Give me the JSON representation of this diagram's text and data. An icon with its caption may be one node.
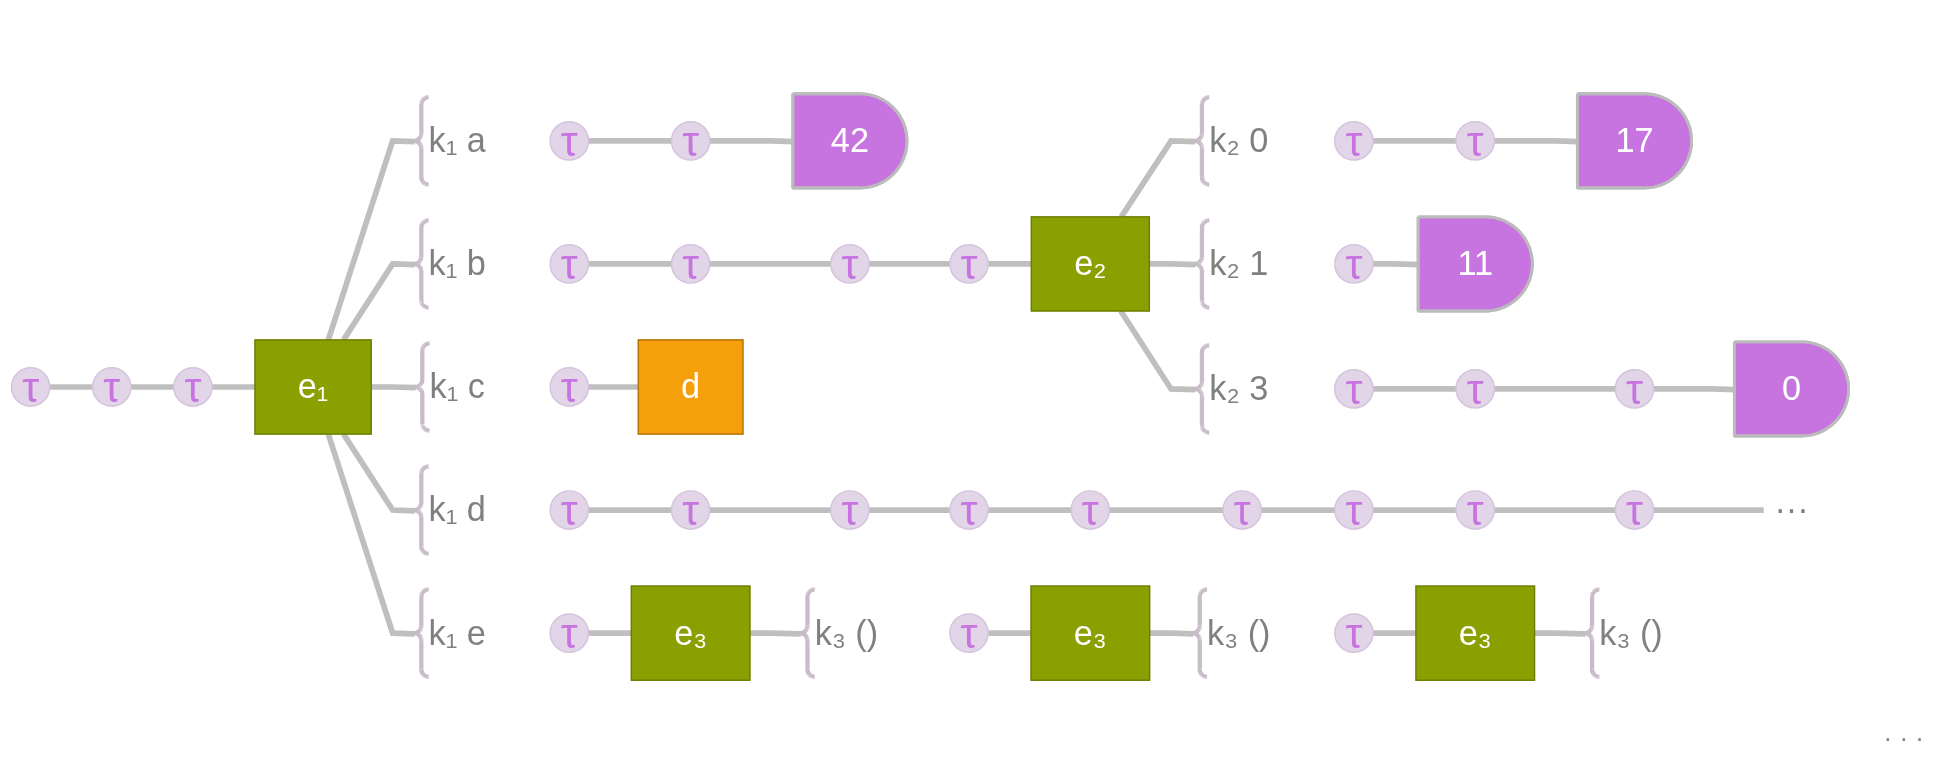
{
  "diagram": {
    "nodes": [
      {
        "text": [
          "τ"
        ]
      },
      {
        "text": [
          "τ"
        ]
      },
      {
        "text": [
          "τ"
        ]
      },
      {
        "text": [
          "e₁"
        ]
      },
      {
        "text": [
          "k₁ a"
        ]
      },
      {
        "text": [
          "τ"
        ]
      },
      {
        "text": [
          "τ"
        ]
      },
      {
        "text": [
          "42"
        ]
      },
      {
        "text": [
          "k₁ b"
        ]
      },
      {
        "text": [
          "τ"
        ]
      },
      {
        "text": [
          "τ"
        ]
      },
      {
        "text": [
          "τ"
        ]
      },
      {
        "text": [
          "τ"
        ]
      },
      {
        "text": [
          "e₂"
        ]
      },
      {
        "text": [
          "k₂ 0"
        ]
      },
      {
        "text": [
          "τ"
        ]
      },
      {
        "text": [
          "τ"
        ]
      },
      {
        "text": [
          "17"
        ]
      },
      {
        "text": [
          "k₂ 1"
        ]
      },
      {
        "text": [
          "τ"
        ]
      },
      {
        "text": [
          "11"
        ]
      },
      {
        "text": [
          "k₂ 3"
        ]
      },
      {
        "text": [
          "τ"
        ]
      },
      {
        "text": [
          "τ"
        ]
      },
      {
        "text": [
          "τ"
        ]
      },
      {
        "text": [
          "0"
        ]
      },
      {
        "text": [
          "k₁ c"
        ]
      },
      {
        "text": [
          "τ"
        ]
      },
      {
        "text": [
          "d"
        ]
      },
      {
        "text": [
          "k₁ d"
        ]
      },
      {
        "text": [
          "τ"
        ]
      },
      {
        "text": [
          "τ"
        ]
      },
      {
        "text": [
          "τ"
        ]
      },
      {
        "text": [
          "τ"
        ]
      },
      {
        "text": [
          "τ"
        ]
      },
      {
        "text": [
          "τ"
        ]
      },
      {
        "text": [
          "τ"
        ]
      },
      {
        "text": [
          "τ"
        ]
      },
      {
        "text": [
          "τ"
        ]
      },
      {
        "text": [
          "···"
        ]
      },
      {
        "text": [
          "k₁ e"
        ]
      },
      {
        "text": [
          "τ"
        ]
      },
      {
        "text": [
          "e₃"
        ]
      },
      {
        "text": [
          "k₃ ()"
        ]
      },
      {
        "text": [
          "τ"
        ]
      },
      {
        "text": [
          "e₃"
        ]
      },
      {
        "text": [
          "k₃ ()"
        ]
      },
      {
        "text": [
          "τ"
        ]
      },
      {
        "text": [
          "e₃"
        ]
      },
      {
        "text": [
          "k₃ ()"
        ]
      }
    ],
    "edges": [
      {
        "from": 0,
        "to": 1,
        "arrow": "none"
      },
      {
        "from": 1,
        "to": 2,
        "arrow": "none"
      },
      {
        "from": 2,
        "to": 3,
        "arrow": "none"
      },
      {
        "from": 3,
        "to": 4,
        "arrow": "none"
      },
      {
        "from": 3,
        "to": 8,
        "arrow": "none"
      },
      {
        "from": 3,
        "to": 26,
        "arrow": "none"
      },
      {
        "from": 3,
        "to": 29,
        "arrow": "none"
      },
      {
        "from": 3,
        "to": 40,
        "arrow": "none"
      },
      {
        "from": 5,
        "to": 6,
        "arrow": "none"
      },
      {
        "from": 6,
        "to": 7,
        "arrow": "none"
      },
      {
        "from": 9,
        "to": 10,
        "arrow": "none"
      },
      {
        "from": 10,
        "to": 11,
        "arrow": "none"
      },
      {
        "from": 11,
        "to": 12,
        "arrow": "none"
      },
      {
        "from": 12,
        "to": 13,
        "arrow": "none"
      },
      {
        "from": 13,
        "to": 14,
        "arrow": "none"
      },
      {
        "from": 13,
        "to": 18,
        "arrow": "none"
      },
      {
        "from": 13,
        "to": 21,
        "arrow": "none"
      },
      {
        "from": 15,
        "to": 16,
        "arrow": "none"
      },
      {
        "from": 16,
        "to": 17,
        "arrow": "none"
      },
      {
        "from": 19,
        "to": 20,
        "arrow": "none"
      },
      {
        "from": 22,
        "to": 23,
        "arrow": "none"
      },
      {
        "from": 23,
        "to": 24,
        "arrow": "none"
      },
      {
        "from": 24,
        "to": 25,
        "arrow": "none"
      },
      {
        "from": 27,
        "to": 28,
        "arrow": "none"
      },
      {
        "from": 30,
        "to": 31,
        "arrow": "none"
      },
      {
        "from": 31,
        "to": 32,
        "arrow": "none"
      },
      {
        "from": 32,
        "to": 33,
        "arrow": "none"
      },
      {
        "from": 33,
        "to": 34,
        "arrow": "none"
      },
      {
        "from": 34,
        "to": 35,
        "arrow": "none"
      },
      {
        "from": 35,
        "to": 36,
        "arrow": "none"
      },
      {
        "from": 36,
        "to": 37,
        "arrow": "none"
      },
      {
        "from": 37,
        "to": 38,
        "arrow": "none"
      },
      {
        "from": 38,
        "to": 39,
        "arrow": "none"
      },
      {
        "from": 41,
        "to": 42,
        "arrow": "none"
      },
      {
        "from": 42,
        "to": 43,
        "arrow": "none"
      },
      {
        "from": 44,
        "to": 45,
        "arrow": "none"
      },
      {
        "from": 45,
        "to": 46,
        "arrow": "none"
      },
      {
        "from": 47,
        "to": 48,
        "arrow": "none"
      },
      {
        "from": 48,
        "to": 49,
        "arrow": "none"
      }
    ],
    "labels": [
      "· · ·"
    ]
  }
}
